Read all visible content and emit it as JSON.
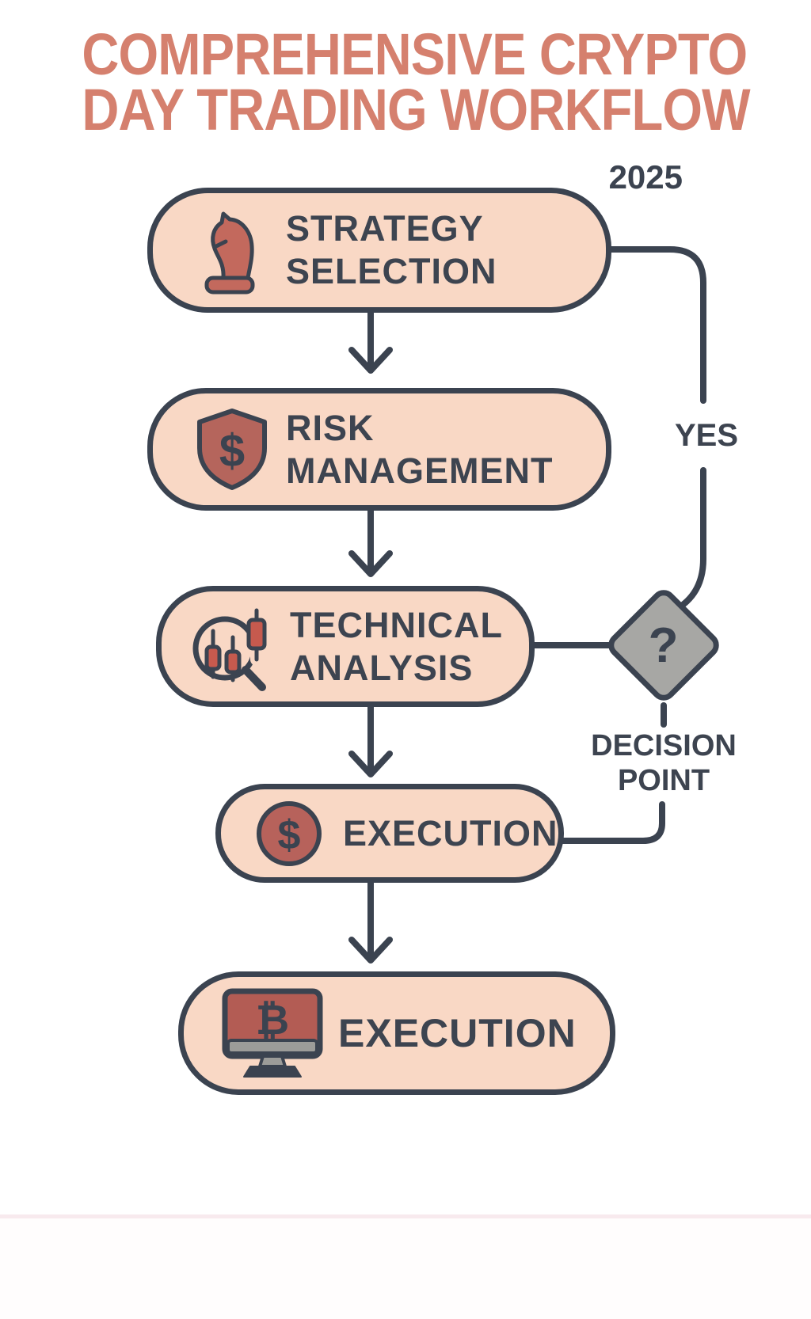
{
  "title": {
    "line1": "COMPREHENSIVE CRYPTO",
    "line2": "DAY TRADING WORKFLOW",
    "year": "2025"
  },
  "flow": {
    "steps": [
      {
        "label": "STRATEGY\nSELECTION",
        "icon": "chess-knight-icon"
      },
      {
        "label": "RISK\nMANAGEMENT",
        "icon": "shield-dollar-icon"
      },
      {
        "label": "TECHNICAL\nANALYSIS",
        "icon": "candlestick-magnifier-icon"
      },
      {
        "label": "EXECUTION",
        "icon": "dollar-coin-icon"
      },
      {
        "label": "EXECUTION",
        "icon": "bitcoin-monitor-icon"
      }
    ],
    "decision": {
      "symbol": "?",
      "label": "DECISION\nPOINT",
      "yes_label": "YES"
    }
  },
  "icons": {
    "shield_symbol": "$",
    "coin_symbol": "$",
    "bitcoin_symbol": "₿"
  },
  "colors": {
    "background": "#ffffff",
    "title_text": "#d5806e",
    "node_fill": "#f9d8c5",
    "outline_dark": "#3b4350",
    "label_text": "#3d4450",
    "icon_red": "#bd655a",
    "candle_red": "#c65a4e",
    "diamond_fill": "#a7a7a4",
    "monitor_strip": "#9c9c99",
    "footer_divider": "#f8eaee"
  }
}
